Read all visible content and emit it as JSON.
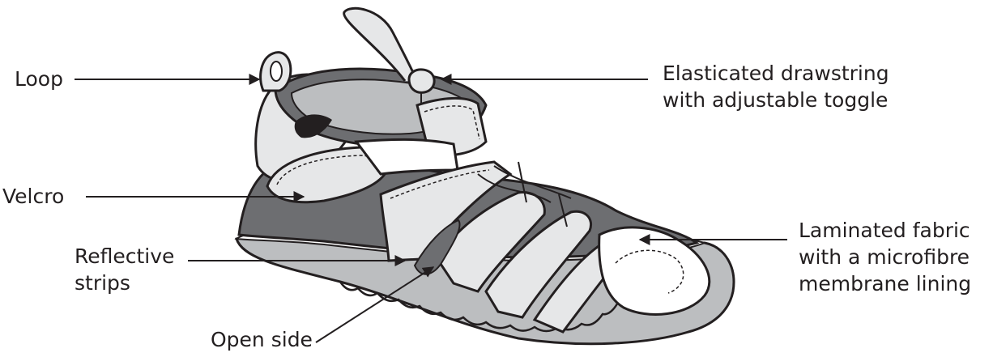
{
  "labels": {
    "loop": "Loop",
    "drawstring": [
      "Elasticated drawstring",
      "with adjustable toggle"
    ],
    "velcro": "Velcro",
    "reflective": [
      "Reflective",
      "strips"
    ],
    "laminated": [
      "Laminated fabric",
      "with a microfibre",
      "membrane lining"
    ],
    "open_side": "Open side"
  },
  "colors": {
    "ink": "#231f20",
    "dark_gray": "#6d6e71",
    "mid_gray": "#bcbec0",
    "light_gray": "#e6e7e8",
    "white": "#ffffff"
  }
}
